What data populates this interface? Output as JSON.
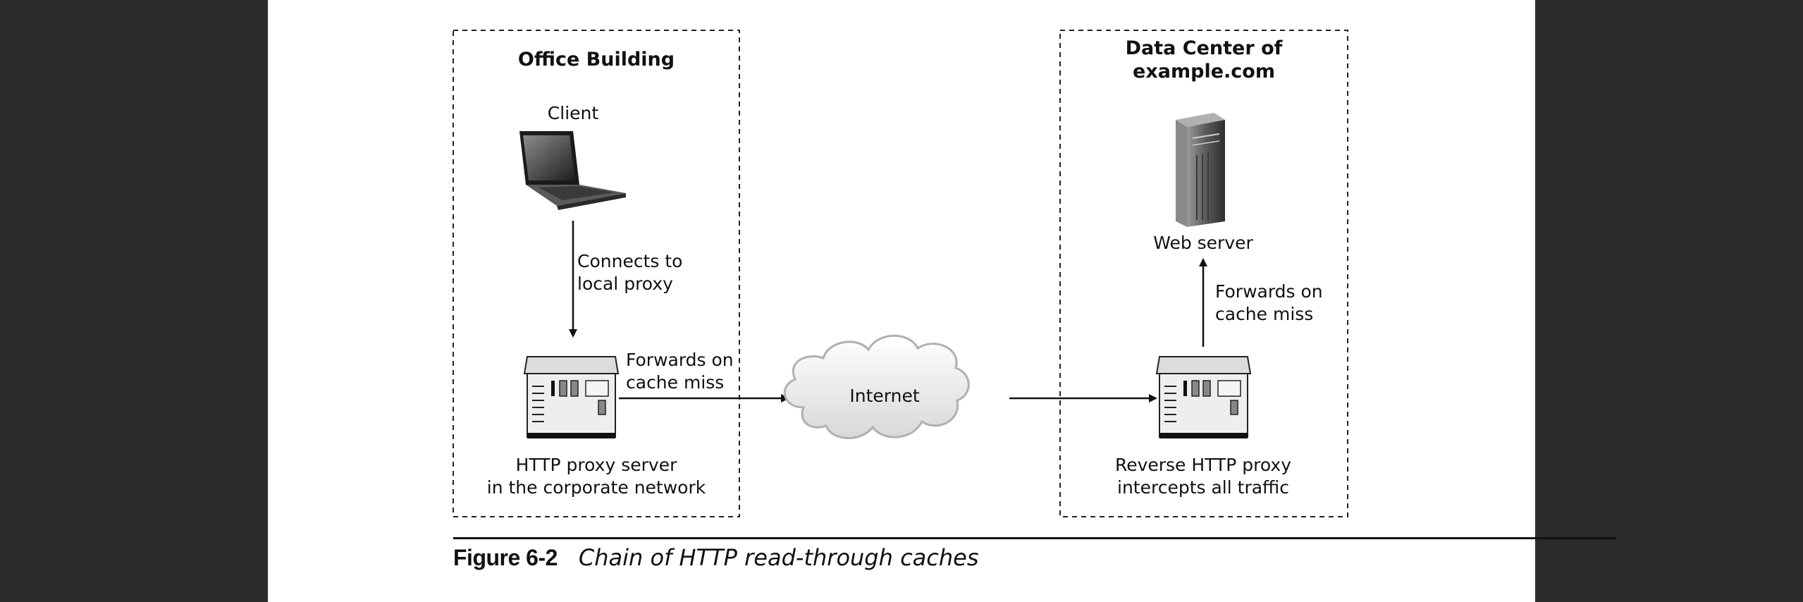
{
  "groups": {
    "office": {
      "title": "Office Building"
    },
    "datacenter": {
      "title_line1": "Data Center of",
      "title_line2": "example.com"
    }
  },
  "nodes": {
    "client": {
      "label": "Client",
      "icon": "laptop-icon"
    },
    "http_proxy": {
      "label_line1": "HTTP proxy server",
      "label_line2": "in the corporate network",
      "icon": "server-icon"
    },
    "internet": {
      "label": "Internet",
      "icon": "cloud-icon"
    },
    "reverse_proxy": {
      "label_line1": "Reverse HTTP proxy",
      "label_line2": "intercepts all traffic",
      "icon": "server-icon"
    },
    "web_server": {
      "label": "Web server",
      "icon": "tower-server-icon"
    }
  },
  "edges": {
    "client_to_proxy": {
      "line1": "Connects to",
      "line2": "local proxy"
    },
    "proxy_to_internet": {
      "line1": "Forwards on",
      "line2": "cache miss"
    },
    "reverse_to_web": {
      "line1": "Forwards on",
      "line2": "cache miss"
    }
  },
  "caption": {
    "number": "Figure 6-2",
    "title": "Chain of HTTP read-through caches"
  }
}
